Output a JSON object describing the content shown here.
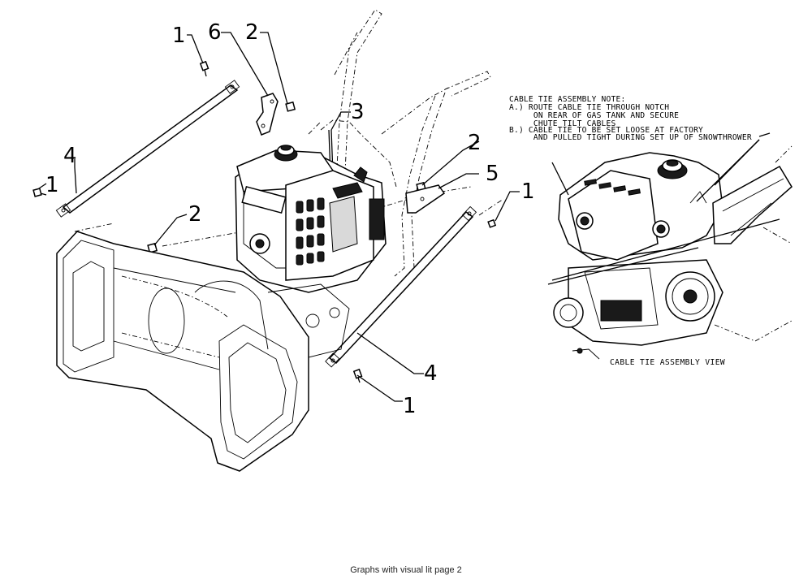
{
  "callouts": [
    {
      "id": "c1a",
      "label": "1"
    },
    {
      "id": "c6",
      "label": "6"
    },
    {
      "id": "c2a",
      "label": "2"
    },
    {
      "id": "c3",
      "label": "3"
    },
    {
      "id": "c4a",
      "label": "4"
    },
    {
      "id": "c1b",
      "label": "1"
    },
    {
      "id": "c2b",
      "label": "2"
    },
    {
      "id": "c2c",
      "label": "2"
    },
    {
      "id": "c5",
      "label": "5"
    },
    {
      "id": "c1c",
      "label": "1"
    },
    {
      "id": "c4b",
      "label": "4"
    },
    {
      "id": "c1d",
      "label": "1"
    }
  ],
  "note": {
    "lines": [
      "CABLE TIE ASSEMBLY NOTE:",
      "A.) ROUTE CABLE TIE THROUGH NOTCH",
      "     ON REAR OF GAS TANK AND SECURE",
      "     CHUTE TILT CABLES",
      "B.) CABLE TIE TO BE SET LOOSE AT FACTORY",
      "     AND PULLED TIGHT DURING SET UP OF SNOWTHROWER"
    ]
  },
  "detail_caption": "CABLE TIE ASSEMBLY VIEW",
  "footer_text": "Graphs with visual lit page 2"
}
